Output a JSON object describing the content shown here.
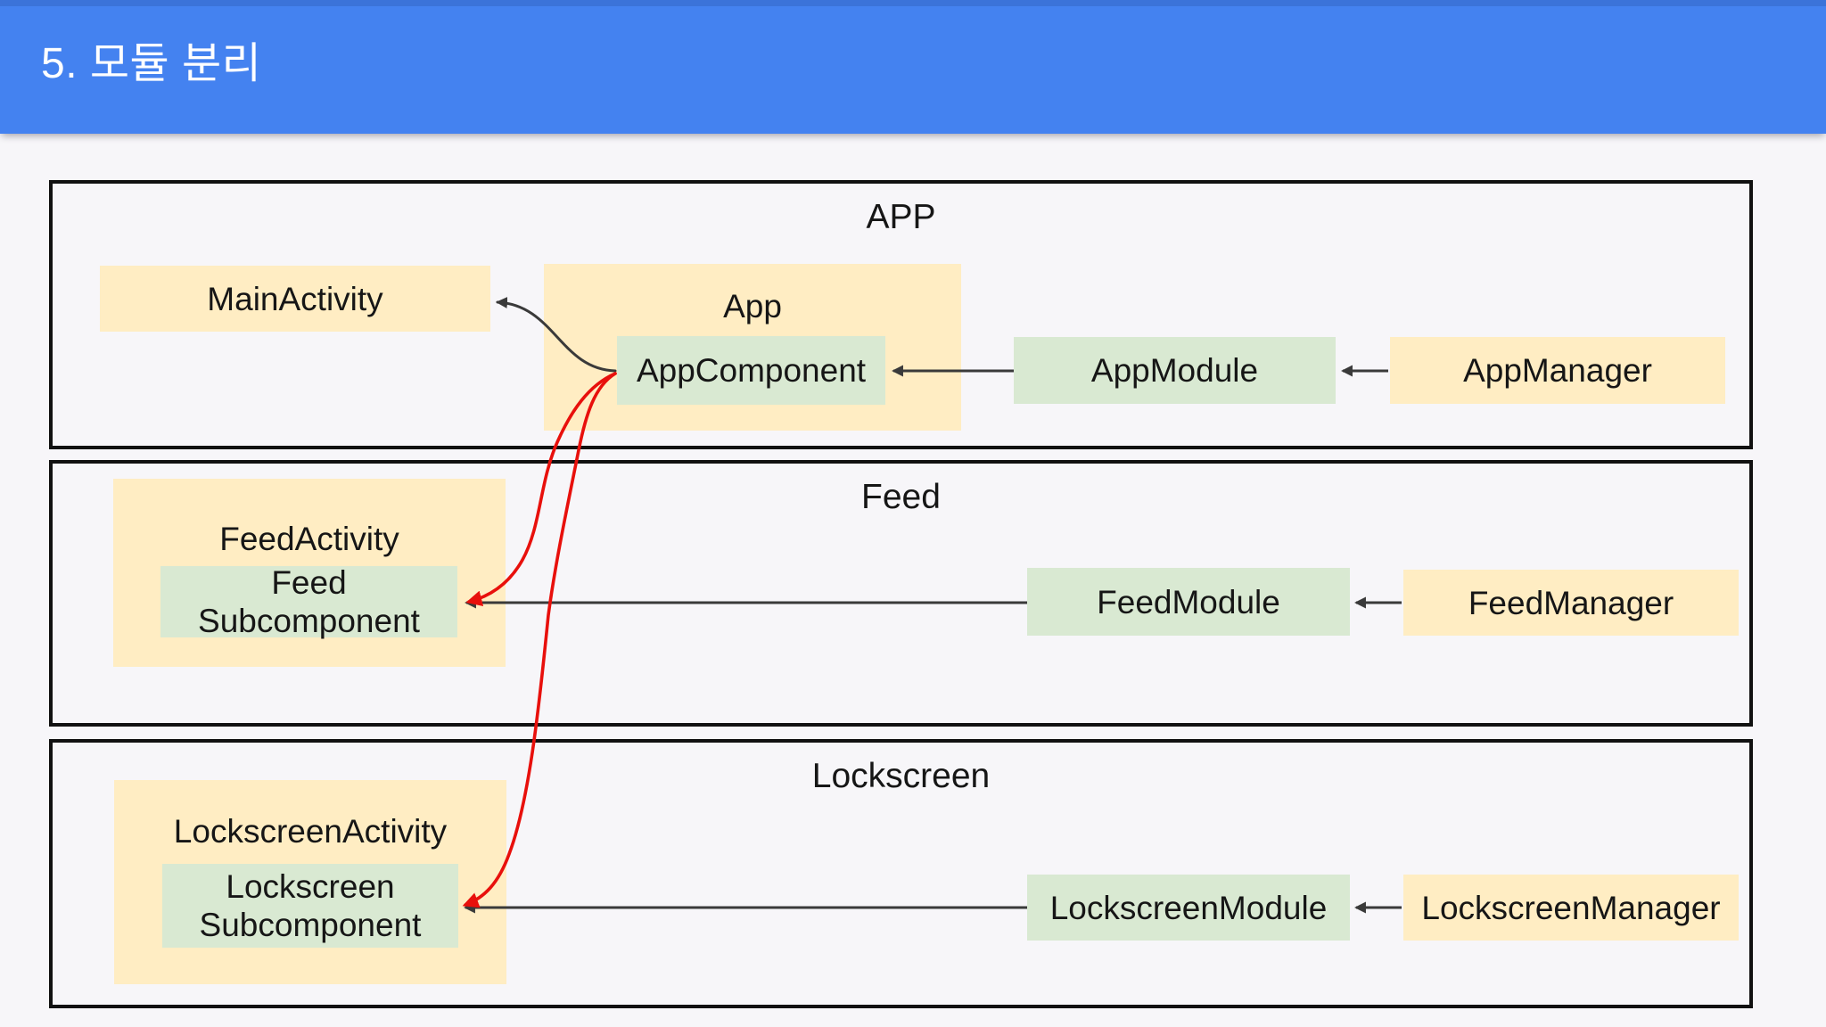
{
  "slide": {
    "title": "5. 모듈 분리"
  },
  "colors": {
    "header_background": "#4482f0",
    "header_title_text": "#ffffff",
    "page_background": "#f7f6f9",
    "section_border": "#111111",
    "node_yellow": "#ffedc3",
    "node_green": "#d9e9d2",
    "arrow_dark": "#3a3a3a",
    "arrow_red": "#e8100c",
    "node_text": "#161616"
  },
  "sections": [
    {
      "label": "APP"
    },
    {
      "label": "Feed"
    },
    {
      "label": "Lockscreen"
    }
  ],
  "nodes": {
    "main_activity": {
      "label": "MainActivity",
      "style": "yellow"
    },
    "app": {
      "label": "App",
      "style": "yellow-container"
    },
    "app_component": {
      "label": "AppComponent",
      "style": "green"
    },
    "app_module": {
      "label": "AppModule",
      "style": "green"
    },
    "app_manager": {
      "label": "AppManager",
      "style": "yellow"
    },
    "feed_activity": {
      "label": "FeedActivity",
      "style": "yellow-container"
    },
    "feed_subcomponent": {
      "label": "Feed\nSubcomponent",
      "style": "green"
    },
    "feed_module": {
      "label": "FeedModule",
      "style": "green"
    },
    "feed_manager": {
      "label": "FeedManager",
      "style": "yellow"
    },
    "lockscreen_activity": {
      "label": "LockscreenActivity",
      "style": "yellow-container"
    },
    "lockscreen_subcomponent": {
      "label": "Lockscreen\nSubcomponent",
      "style": "green"
    },
    "lockscreen_module": {
      "label": "LockscreenModule",
      "style": "green"
    },
    "lockscreen_manager": {
      "label": "LockscreenManager",
      "style": "yellow"
    }
  },
  "edges": [
    {
      "from": "AppManager",
      "to": "AppModule",
      "color": "dark"
    },
    {
      "from": "AppModule",
      "to": "AppComponent",
      "color": "dark"
    },
    {
      "from": "AppComponent",
      "to": "MainActivity",
      "color": "dark"
    },
    {
      "from": "FeedManager",
      "to": "FeedModule",
      "color": "dark"
    },
    {
      "from": "FeedModule",
      "to": "Feed Subcomponent",
      "color": "dark"
    },
    {
      "from": "LockscreenManager",
      "to": "LockscreenModule",
      "color": "dark"
    },
    {
      "from": "LockscreenModule",
      "to": "Lockscreen Subcomponent",
      "color": "dark"
    },
    {
      "from": "AppComponent",
      "to": "Feed Subcomponent",
      "color": "red"
    },
    {
      "from": "AppComponent",
      "to": "Lockscreen Subcomponent",
      "color": "red"
    }
  ]
}
